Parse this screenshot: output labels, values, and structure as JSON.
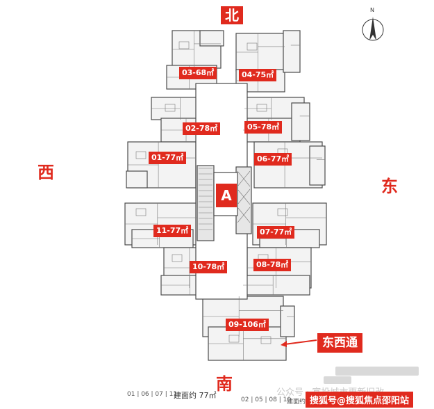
{
  "directions": {
    "north": "北",
    "south": "南",
    "west": "西",
    "east": "东",
    "compass_n": "N"
  },
  "core_label": "A",
  "units": [
    {
      "label": "03-68㎡"
    },
    {
      "label": "04-75㎡"
    },
    {
      "label": "02-78㎡"
    },
    {
      "label": "05-78㎡"
    },
    {
      "label": "01-77㎡"
    },
    {
      "label": "06-77㎡"
    },
    {
      "label": "11-77㎡"
    },
    {
      "label": "07-77㎡"
    },
    {
      "label": "10-78㎡"
    },
    {
      "label": "08-78㎡"
    },
    {
      "label": "09-106㎡"
    }
  ],
  "callout": "东西通",
  "footer": {
    "left_units": "01 | 06 | 07 | 11",
    "left_area": "建面约 77㎡",
    "right_units": "02 | 05 | 08 | 10",
    "right_area": "建面约"
  },
  "watermarks": {
    "gray": "公众号 · 富投城市更新旧改",
    "red": "搜狐号@搜狐焦点邵阳站"
  },
  "colors": {
    "accent": "#e02a1e",
    "wall": "#4a4a4a",
    "fill": "#f1f1f1"
  }
}
